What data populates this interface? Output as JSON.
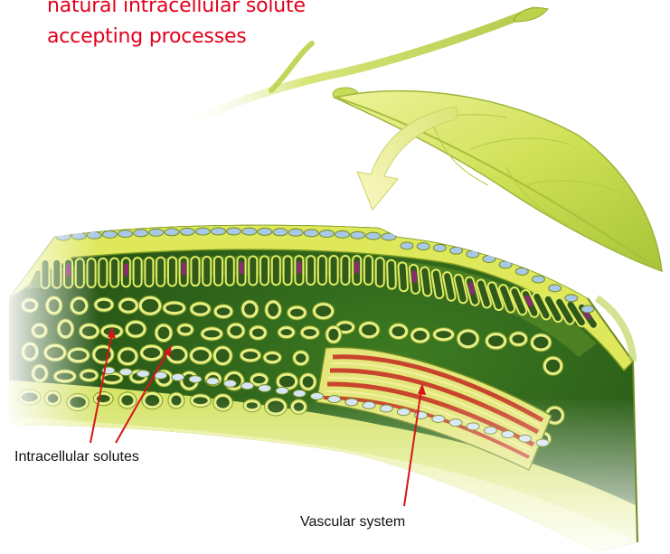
{
  "title": {
    "line1": "natural intracellular solute",
    "line2": "accepting processes"
  },
  "labels": {
    "intracellular": "Intracellular solutes",
    "vascular": "Vascular system"
  },
  "colors": {
    "title": "#e3001b",
    "arrow": "#d7141a",
    "leaf": "#c8dc4a",
    "cell_wall": "#dce84a",
    "tissue_dark": "#2f5a1a",
    "vascular_red": "#c8442c",
    "epidermis_blue": "#a9c8e6",
    "palisade_purple": "#a0208a"
  },
  "icons": {
    "plant": "leaf-sprig-illustration",
    "section": "leaf-cross-section-illustration"
  }
}
